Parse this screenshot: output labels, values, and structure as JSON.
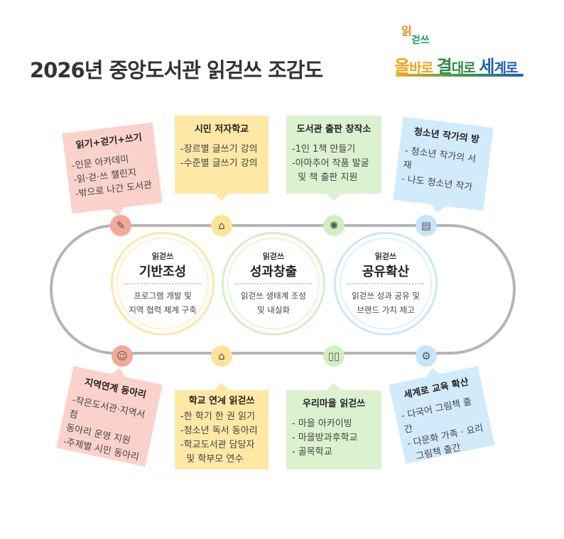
{
  "title": "2026년 중앙도서관 읽걷쓰 조감도",
  "logo": {
    "top": "읽",
    "top2": "걷쓰",
    "p1": "올",
    "p1b": "바로 ",
    "p2": "결",
    "p2b": "대로 ",
    "p3": "세",
    "p3b": "계로"
  },
  "colors": {
    "pink": "#fbd2cb",
    "yellow": "#fde8a5",
    "green": "#dcf1cf",
    "blue": "#d2ebfb",
    "track": "#b5b5b5"
  },
  "center": [
    {
      "small": "읽걷쓰",
      "big": "기반조성",
      "desc1": "프로그램 개발 및",
      "desc2": "지역 협력 체계 구축"
    },
    {
      "small": "읽걷쓰",
      "big": "성과창출",
      "desc1": "읽걷쓰 생태계 조성",
      "desc2": "및  내실화"
    },
    {
      "small": "읽걷쓰",
      "big": "공유확산",
      "desc1": "읽걷쓰 성과 공유 및",
      "desc2": "브랜드 가치 제고"
    }
  ],
  "top_cards": [
    {
      "title": "읽기+걷기+쓰기",
      "items": [
        "-인문 아카데미",
        "-읽·걷·쓰 챌린지",
        "-밖으로 나간 도서관"
      ],
      "icon": "reading-walking-icon"
    },
    {
      "title": "시민 저자학교",
      "items": [
        "-장르별 글쓰기 강의",
        "-수준별 글쓰기 강의"
      ],
      "icon": "school-icon"
    },
    {
      "title": "도서관 출판 창작소",
      "items": [
        "-1인 1책 만들기",
        "-아마추어 작품 발굴",
        "  및 책 출판 지원"
      ],
      "icon": "lightbulb-icon"
    },
    {
      "title": "청소년 작가의 방",
      "items": [
        "- 청소년 작가의 서재",
        "- 나도 청소년 작가"
      ],
      "icon": "bookshelf-icon"
    }
  ],
  "bottom_cards": [
    {
      "title": "지역연계 동아리",
      "items": [
        "-작은도서관·지역서점",
        "동아리 운영 지원",
        "-주제별 시민 동아리"
      ],
      "icon": "people-icon"
    },
    {
      "title": "학교 연계 읽걷쓰",
      "items": [
        "-한 학기 한 권 읽기",
        "-청소년 독서 동아리",
        "-학교도서관 담당자",
        "  및 학부모 연수"
      ],
      "icon": "houses-icon"
    },
    {
      "title": "우리마을 읽걷쓰",
      "items": [
        "- 마을 아카이빙",
        "- 마을방과후학교",
        "- 골목학교"
      ],
      "icon": "book-icon"
    },
    {
      "title": "세계로 교육 확산",
      "items": [
        "- 다국어 그림책 출간",
        "- 다문화 가족 · 요리",
        "  그림책 출간"
      ],
      "icon": "global-group-icon"
    }
  ]
}
